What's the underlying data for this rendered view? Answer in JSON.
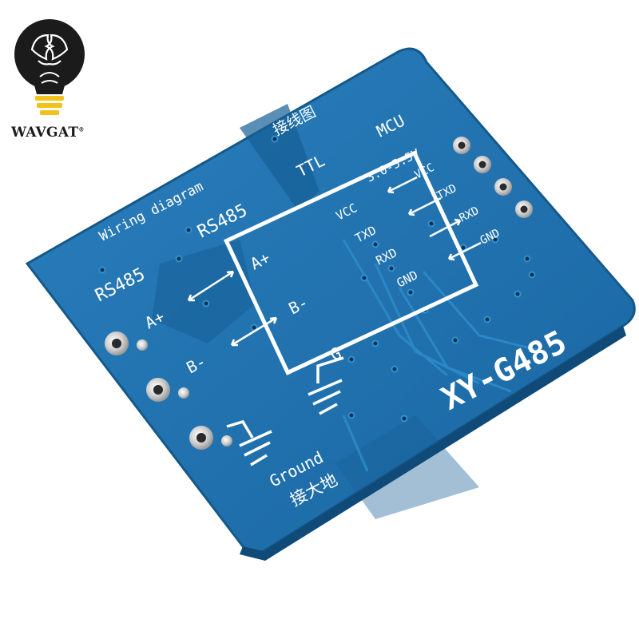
{
  "brand": {
    "name": "WAVGAT",
    "registered_mark": "®"
  },
  "board": {
    "model": "XY-G485",
    "title_en": "Wiring diagram",
    "title_cn": "接线图",
    "rs485_left": "RS485",
    "rs485_right": "RS485",
    "ttl": "TTL",
    "mcu": "MCU",
    "voltage": "3.0-5.5V",
    "ground_en": "Ground",
    "ground_cn": "接大地",
    "rs485_pins_outer": [
      "A+",
      "B-"
    ],
    "rs485_pins_box": [
      "A+",
      "B-",
      "G"
    ],
    "ttl_pins_box": [
      "VCC",
      "TXD",
      "RXD",
      "GND"
    ],
    "mcu_pins": [
      "VCC",
      "TXD",
      "RXD",
      "GND"
    ],
    "colors": {
      "pcb": "#1f73b0",
      "pcb_dark": "#145a8e",
      "silkscreen": "#ffffff",
      "pad": "#d9d9d9"
    }
  }
}
